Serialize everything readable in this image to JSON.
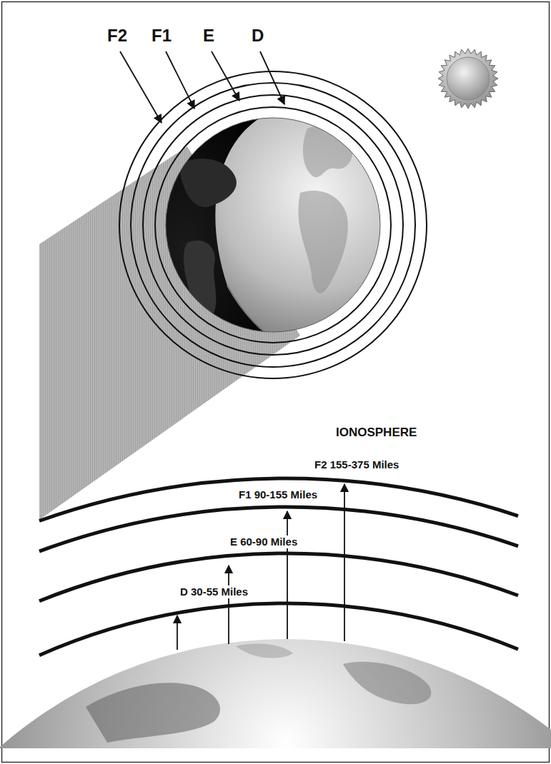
{
  "diagram": {
    "labels": [
      "F2",
      "F1",
      "E",
      "D",
      "IONOSPHERE",
      "F2 155-375 Miles",
      "F1 90-155 Miles",
      "E 60-90 Miles",
      "D 30-55 Miles"
    ]
  }
}
